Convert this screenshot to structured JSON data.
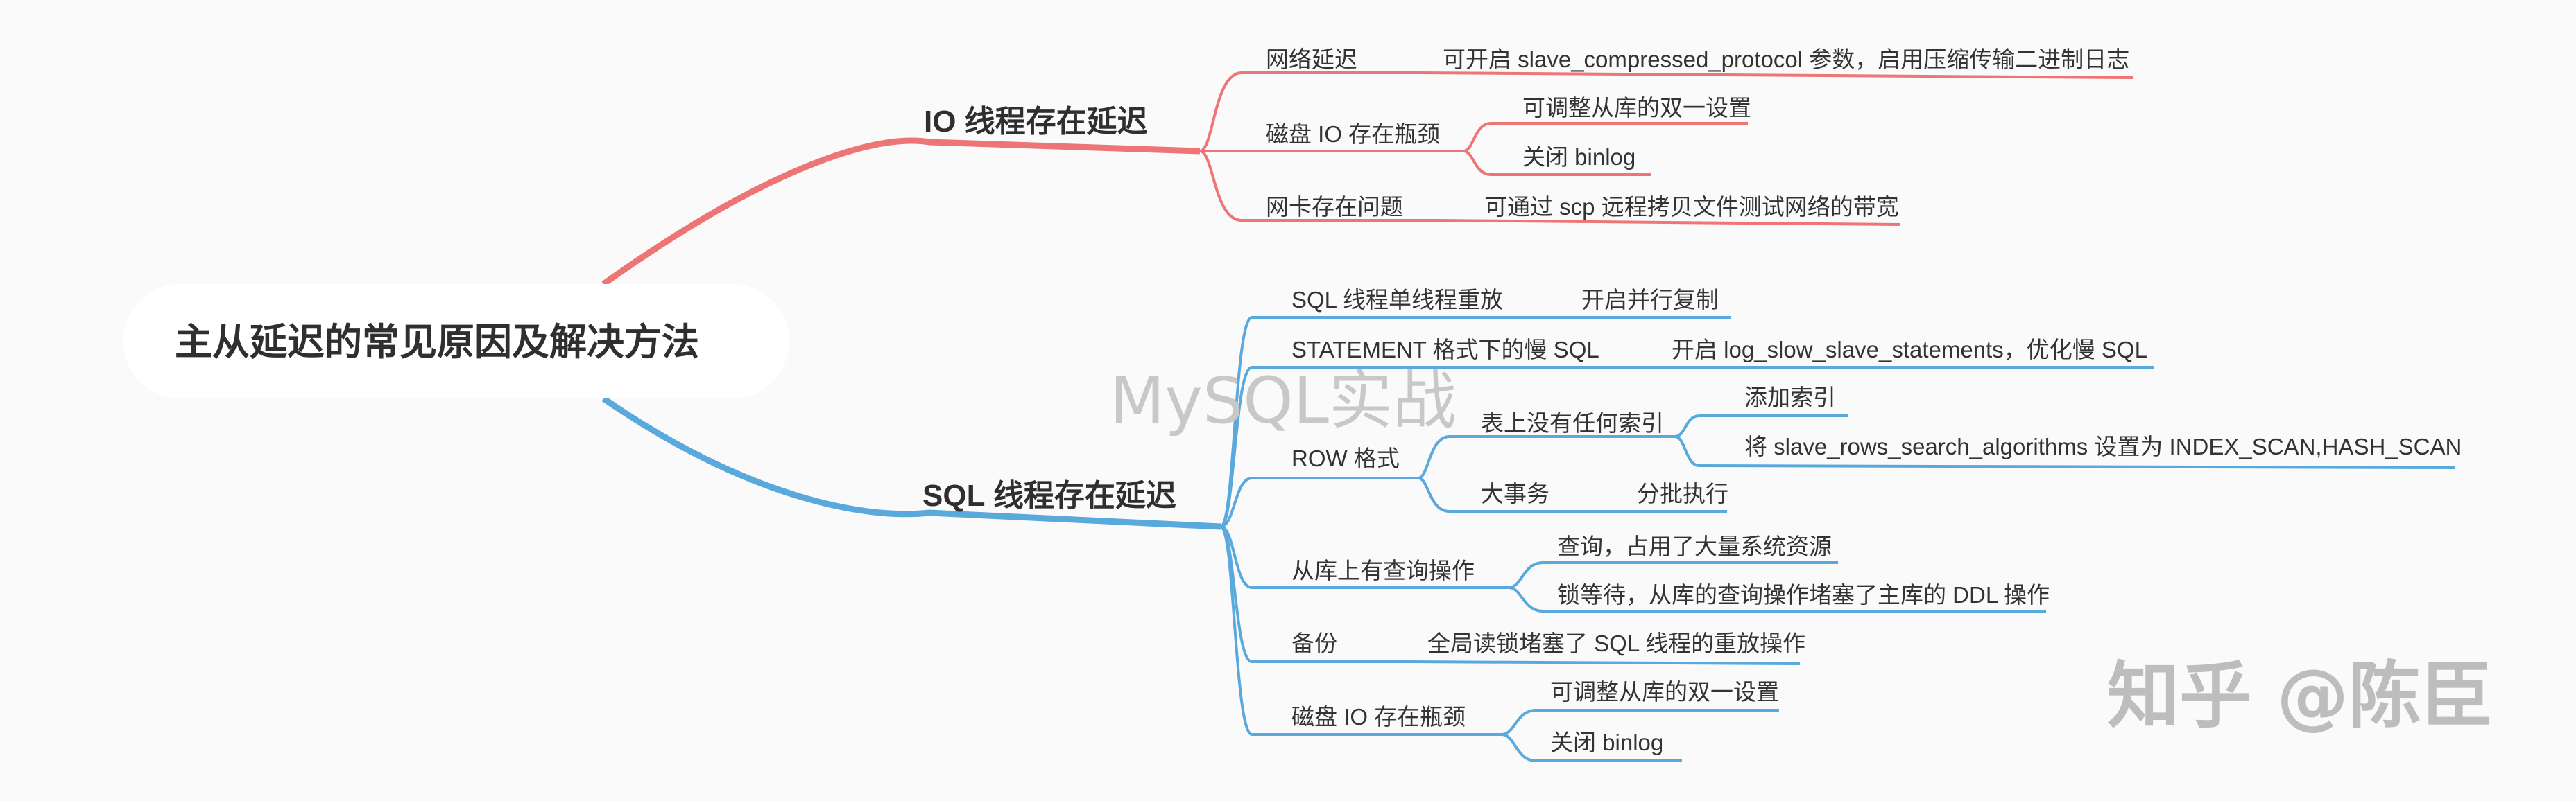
{
  "root": {
    "title": "主从延迟的常见原因及解决方法"
  },
  "colors": {
    "io": "#ee7575",
    "sql": "#5aa9dd",
    "root_bg": "#ffffff"
  },
  "io_branch": {
    "label": "IO 线程存在延迟",
    "items": [
      {
        "label": "网络延迟",
        "children": [
          "可开启 slave_compressed_protocol 参数，启用压缩传输二进制日志"
        ]
      },
      {
        "label": "磁盘 IO 存在瓶颈",
        "children": [
          "可调整从库的双一设置",
          "关闭 binlog"
        ]
      },
      {
        "label": "网卡存在问题",
        "children": [
          "可通过 scp 远程拷贝文件测试网络的带宽"
        ]
      }
    ]
  },
  "sql_branch": {
    "label": "SQL 线程存在延迟",
    "items": [
      {
        "label": "SQL 线程单线程重放",
        "children": [
          "开启并行复制"
        ]
      },
      {
        "label": "STATEMENT 格式下的慢 SQL",
        "children": [
          "开启 log_slow_slave_statements，优化慢 SQL"
        ]
      },
      {
        "label": "ROW 格式",
        "children": [
          {
            "label": "表上没有任何索引",
            "children": [
              "添加索引",
              "将 slave_rows_search_algorithms 设置为 INDEX_SCAN,HASH_SCAN"
            ]
          },
          {
            "label": "大事务",
            "children": [
              "分批执行"
            ]
          }
        ]
      },
      {
        "label": "从库上有查询操作",
        "children": [
          "查询，占用了大量系统资源",
          "锁等待，从库的查询操作堵塞了主库的 DDL 操作"
        ]
      },
      {
        "label": "备份",
        "children": [
          "全局读锁堵塞了 SQL 线程的重放操作"
        ]
      },
      {
        "label": "磁盘 IO 存在瓶颈",
        "children": [
          "可调整从库的双一设置",
          "关闭 binlog"
        ]
      }
    ]
  },
  "watermarks": {
    "center": "MySQL实战",
    "corner": "知乎 @陈臣"
  }
}
